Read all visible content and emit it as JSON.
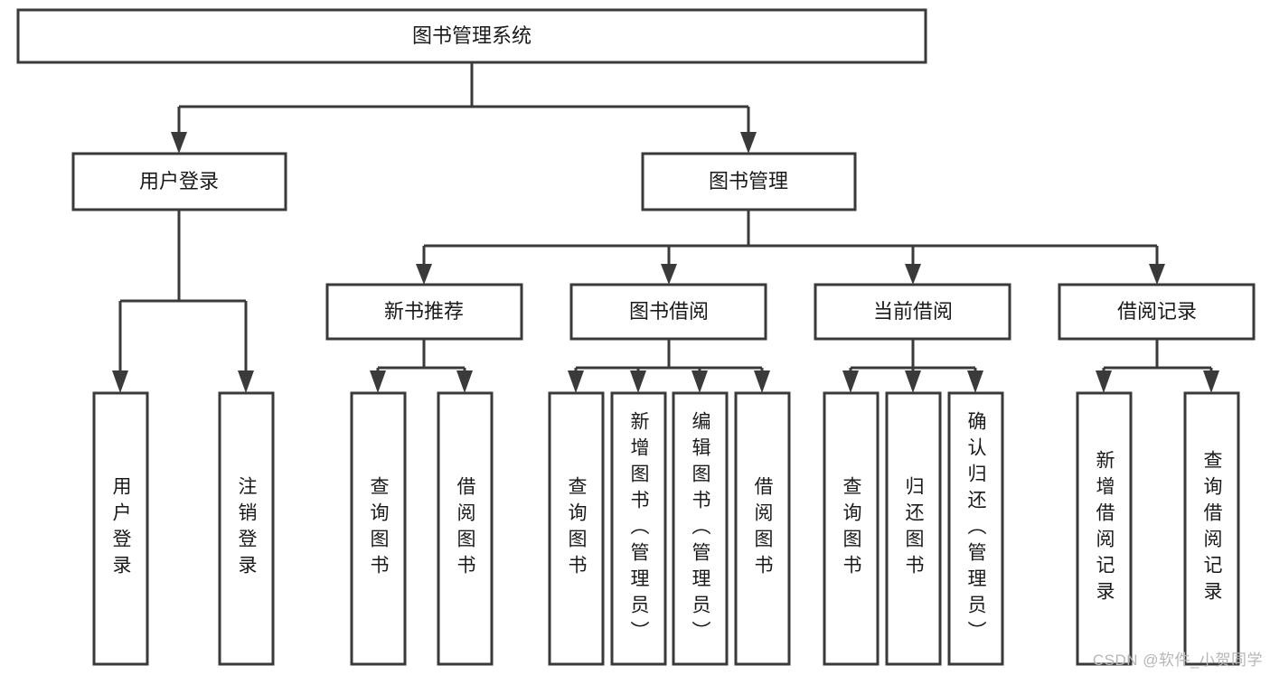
{
  "diagram": {
    "title": "图书管理系统",
    "watermark": "CSDN @软件_小贺同学",
    "stroke_color": "#3a3a3a",
    "fill_color": "#ffffff",
    "text_color": "#1a1a1a",
    "watermark_color": "#b6b6b6",
    "type": "tree-hierarchy",
    "levels": 4,
    "nodes": {
      "root": {
        "label": "图书管理系统",
        "level": 1,
        "orientation": "horizontal"
      },
      "user_login": {
        "label": "用户登录",
        "level": 2,
        "orientation": "horizontal"
      },
      "book_manage": {
        "label": "图书管理",
        "level": 2,
        "orientation": "horizontal"
      },
      "new_book_rec": {
        "label": "新书推荐",
        "level": 3,
        "orientation": "horizontal"
      },
      "book_borrow": {
        "label": "图书借阅",
        "level": 3,
        "orientation": "horizontal"
      },
      "current_borrow": {
        "label": "当前借阅",
        "level": 3,
        "orientation": "horizontal"
      },
      "borrow_record": {
        "label": "借阅记录",
        "level": 3,
        "orientation": "horizontal"
      },
      "leaf_user_login": {
        "label": "用户登录",
        "level": 3,
        "orientation": "vertical"
      },
      "leaf_user_logout": {
        "label": "注销登录",
        "level": 3,
        "orientation": "vertical"
      },
      "leaf_rec_query": {
        "label": "查询图书",
        "level": 4,
        "orientation": "vertical"
      },
      "leaf_rec_borrow": {
        "label": "借阅图书",
        "level": 4,
        "orientation": "vertical"
      },
      "leaf_bb_query": {
        "label": "查询图书",
        "level": 4,
        "orientation": "vertical"
      },
      "leaf_bb_add": {
        "label": "新增图书（管理员）",
        "level": 4,
        "orientation": "vertical"
      },
      "leaf_bb_edit": {
        "label": "编辑图书（管理员）",
        "level": 4,
        "orientation": "vertical"
      },
      "leaf_bb_borrow": {
        "label": "借阅图书",
        "level": 4,
        "orientation": "vertical"
      },
      "leaf_cb_query": {
        "label": "查询图书",
        "level": 4,
        "orientation": "vertical"
      },
      "leaf_cb_return": {
        "label": "归还图书",
        "level": 4,
        "orientation": "vertical"
      },
      "leaf_cb_confirm": {
        "label": "确认归还（管理员）",
        "level": 4,
        "orientation": "vertical"
      },
      "leaf_br_add": {
        "label": "新增借阅记录",
        "level": 4,
        "orientation": "vertical"
      },
      "leaf_br_query": {
        "label": "查询借阅记录",
        "level": 4,
        "orientation": "vertical"
      }
    },
    "edges": [
      {
        "from": "root",
        "to": "user_login"
      },
      {
        "from": "root",
        "to": "book_manage"
      },
      {
        "from": "user_login",
        "to": "leaf_user_login"
      },
      {
        "from": "user_login",
        "to": "leaf_user_logout"
      },
      {
        "from": "book_manage",
        "to": "new_book_rec"
      },
      {
        "from": "book_manage",
        "to": "book_borrow"
      },
      {
        "from": "book_manage",
        "to": "current_borrow"
      },
      {
        "from": "book_manage",
        "to": "borrow_record"
      },
      {
        "from": "new_book_rec",
        "to": "leaf_rec_query"
      },
      {
        "from": "new_book_rec",
        "to": "leaf_rec_borrow"
      },
      {
        "from": "book_borrow",
        "to": "leaf_bb_query"
      },
      {
        "from": "book_borrow",
        "to": "leaf_bb_add"
      },
      {
        "from": "book_borrow",
        "to": "leaf_bb_edit"
      },
      {
        "from": "book_borrow",
        "to": "leaf_bb_borrow"
      },
      {
        "from": "current_borrow",
        "to": "leaf_cb_query"
      },
      {
        "from": "current_borrow",
        "to": "leaf_cb_return"
      },
      {
        "from": "current_borrow",
        "to": "leaf_cb_confirm"
      },
      {
        "from": "borrow_record",
        "to": "leaf_br_add"
      },
      {
        "from": "borrow_record",
        "to": "leaf_br_query"
      }
    ]
  }
}
